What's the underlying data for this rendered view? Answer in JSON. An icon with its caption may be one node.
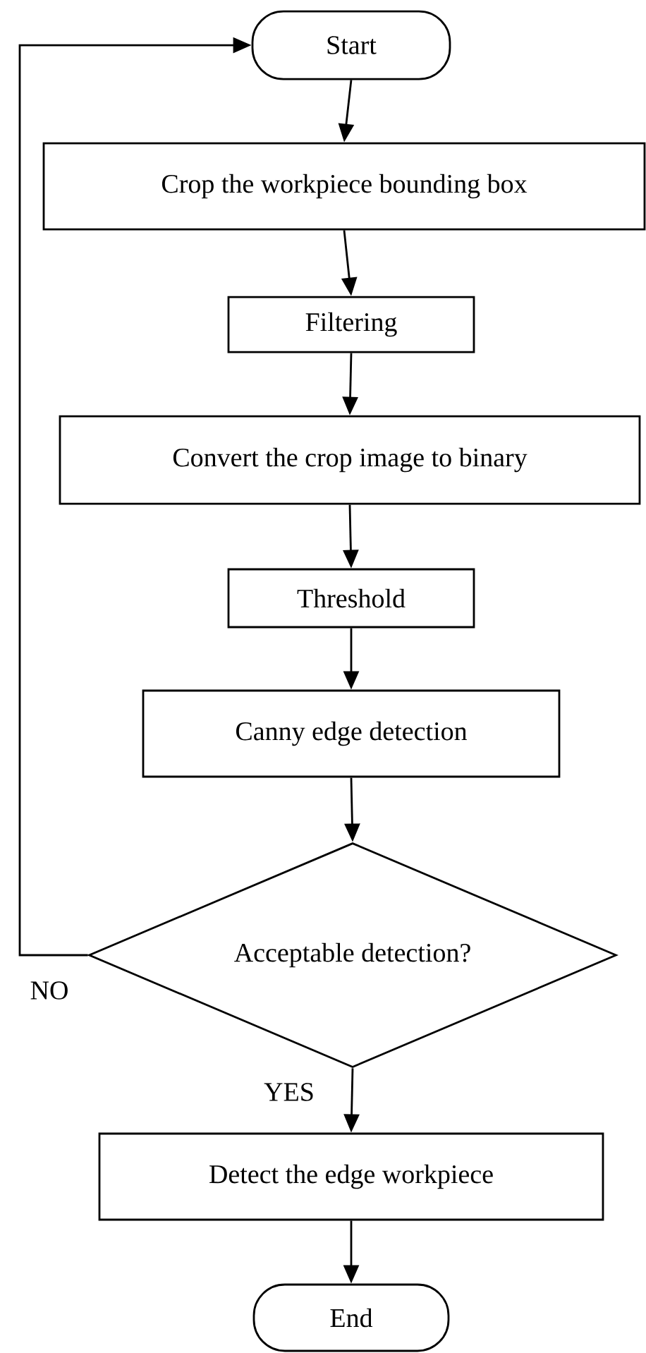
{
  "diagram": {
    "nodes": [
      {
        "text": [
          "Start"
        ]
      },
      {
        "text": [
          "Crop the workpiece bounding box"
        ]
      },
      {
        "text": [
          "Filtering"
        ]
      },
      {
        "text": [
          "Convert the crop image to binary"
        ]
      },
      {
        "text": [
          "Threshold"
        ]
      },
      {
        "text": [
          "Canny edge detection"
        ]
      },
      {
        "text": [
          "Acceptable detection?"
        ]
      },
      {
        "text": [
          "Detect the edge workpiece"
        ]
      },
      {
        "text": [
          "End"
        ]
      }
    ],
    "edges": [
      {
        "from": 0,
        "to": 1,
        "arrow": "to"
      },
      {
        "from": 1,
        "to": 2,
        "arrow": "to"
      },
      {
        "from": 2,
        "to": 3,
        "arrow": "to"
      },
      {
        "from": 3,
        "to": 4,
        "arrow": "to"
      },
      {
        "from": 4,
        "to": 5,
        "arrow": "to"
      },
      {
        "from": 5,
        "to": 6,
        "arrow": "to"
      },
      {
        "from": 6,
        "to": 0,
        "arrow": "to",
        "label": "NO"
      },
      {
        "from": 6,
        "to": 7,
        "arrow": "to",
        "label": "YES"
      },
      {
        "from": 7,
        "to": 8,
        "arrow": "to"
      }
    ]
  }
}
